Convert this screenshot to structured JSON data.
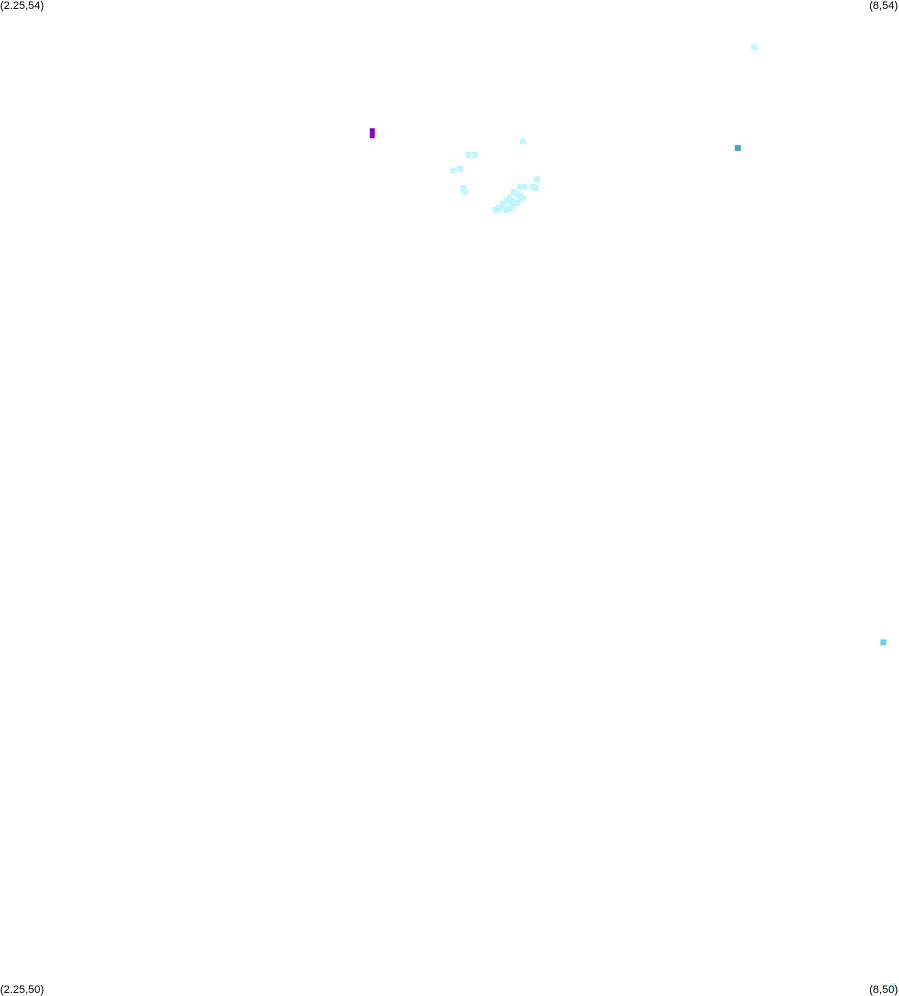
{
  "corners": {
    "top_left": "(2.25,54)",
    "top_right": "(8,54)",
    "bottom_left": "(2.25,50)",
    "bottom_right": "(8,50)"
  },
  "colors": {
    "pale_cyan": "#bff7ff",
    "light_blue": "#5fd0f0",
    "mid_blue": "#3aa8e0",
    "purple": "#8800cc"
  },
  "chart_data": {
    "type": "scatter",
    "xlim": [
      2.25,
      8
    ],
    "ylim": [
      50,
      54
    ],
    "grid": false,
    "points": [
      {
        "x": 7.075,
        "y": 53.81,
        "color": "pale_cyan",
        "size": 1
      },
      {
        "x": 4.631,
        "y": 53.465,
        "color": "purple",
        "size": 2
      },
      {
        "x": 6.969,
        "y": 53.406,
        "color": "mid_blue",
        "size": 1
      },
      {
        "x": 5.595,
        "y": 53.432,
        "color": "pale_cyan",
        "size": 1
      },
      {
        "x": 5.245,
        "y": 53.378,
        "color": "pale_cyan",
        "size": 1
      },
      {
        "x": 5.289,
        "y": 53.378,
        "color": "pale_cyan",
        "size": 1
      },
      {
        "x": 5.15,
        "y": 53.314,
        "color": "pale_cyan",
        "size": 1
      },
      {
        "x": 5.195,
        "y": 53.322,
        "color": "pale_cyan",
        "size": 1
      },
      {
        "x": 5.683,
        "y": 53.279,
        "color": "pale_cyan",
        "size": 1
      },
      {
        "x": 5.658,
        "y": 53.25,
        "color": "pale_cyan",
        "size": 1
      },
      {
        "x": 5.605,
        "y": 53.25,
        "color": "pale_cyan",
        "size": 1
      },
      {
        "x": 5.575,
        "y": 53.25,
        "color": "pale_cyan",
        "size": 1
      },
      {
        "x": 5.675,
        "y": 53.245,
        "color": "pale_cyan",
        "size": 1
      },
      {
        "x": 5.535,
        "y": 53.23,
        "color": "pale_cyan",
        "size": 1
      },
      {
        "x": 5.555,
        "y": 53.22,
        "color": "pale_cyan",
        "size": 1
      },
      {
        "x": 5.58,
        "y": 53.212,
        "color": "pale_cyan",
        "size": 1
      },
      {
        "x": 5.51,
        "y": 53.205,
        "color": "pale_cyan",
        "size": 1
      },
      {
        "x": 5.595,
        "y": 53.205,
        "color": "pale_cyan",
        "size": 1
      },
      {
        "x": 5.49,
        "y": 53.195,
        "color": "pale_cyan",
        "size": 1
      },
      {
        "x": 5.525,
        "y": 53.19,
        "color": "pale_cyan",
        "size": 1
      },
      {
        "x": 5.56,
        "y": 53.185,
        "color": "pale_cyan",
        "size": 1
      },
      {
        "x": 5.465,
        "y": 53.18,
        "color": "pale_cyan",
        "size": 1
      },
      {
        "x": 5.53,
        "y": 53.17,
        "color": "pale_cyan",
        "size": 1
      },
      {
        "x": 5.505,
        "y": 53.162,
        "color": "pale_cyan",
        "size": 1
      },
      {
        "x": 5.44,
        "y": 53.165,
        "color": "pale_cyan",
        "size": 1
      },
      {
        "x": 5.42,
        "y": 53.157,
        "color": "pale_cyan",
        "size": 1
      },
      {
        "x": 5.49,
        "y": 53.155,
        "color": "pale_cyan",
        "size": 1
      },
      {
        "x": 5.445,
        "y": 53.161,
        "color": "pale_cyan",
        "size": 1
      },
      {
        "x": 5.213,
        "y": 53.245,
        "color": "pale_cyan",
        "size": 1
      },
      {
        "x": 5.222,
        "y": 53.23,
        "color": "pale_cyan",
        "size": 1
      },
      {
        "x": 7.9,
        "y": 51.42,
        "color": "light_blue",
        "size": 1
      },
      {
        "x": 7.965,
        "y": 50.04,
        "color": "pale_cyan",
        "size": 1
      }
    ]
  }
}
